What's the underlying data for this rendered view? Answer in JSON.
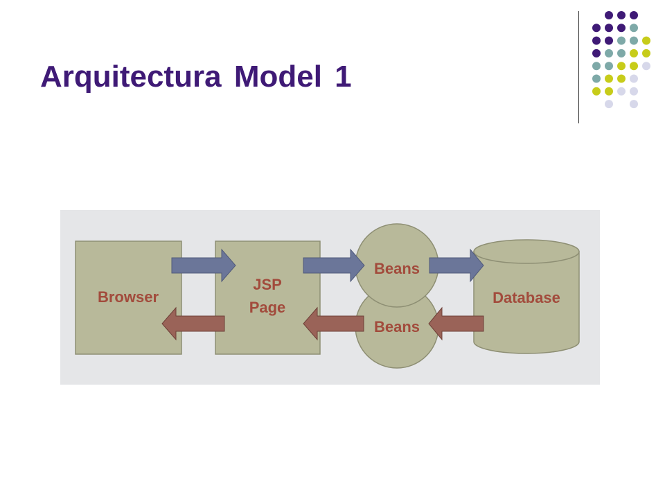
{
  "slide": {
    "title": "Arquitectura Model 1"
  },
  "decoration": {
    "dot_rows": [
      [
        "",
        "purple",
        "purple",
        "purple",
        ""
      ],
      [
        "purple",
        "purple",
        "purple",
        "teal",
        ""
      ],
      [
        "purple",
        "purple",
        "teal",
        "teal",
        "olive"
      ],
      [
        "purple",
        "teal",
        "teal",
        "olive",
        "olive"
      ],
      [
        "teal",
        "teal",
        "olive",
        "olive",
        "lavender"
      ],
      [
        "teal",
        "olive",
        "olive",
        "lavender",
        ""
      ],
      [
        "olive",
        "olive",
        "lavender",
        "lavender",
        ""
      ],
      [
        "",
        "lavender",
        "",
        "lavender",
        ""
      ]
    ],
    "colors": {
      "purple": "#3f1a76",
      "teal": "#7ea9a8",
      "olive": "#c7cc1a",
      "lavender": "#d7d8ea"
    }
  },
  "diagram": {
    "background": "#e5e6e8",
    "node_fill": "#b8b99a",
    "node_stroke": "#8e8f74",
    "label_color": "#a24b3c",
    "request_arrow_color": "#6b7699",
    "response_arrow_color": "#9a6358",
    "browser_label": "Browser",
    "jsp_label_line1": "JSP",
    "jsp_label_line2": "Page",
    "beans_top_label": "Beans",
    "beans_bottom_label": "Beans",
    "database_label": "Database"
  }
}
